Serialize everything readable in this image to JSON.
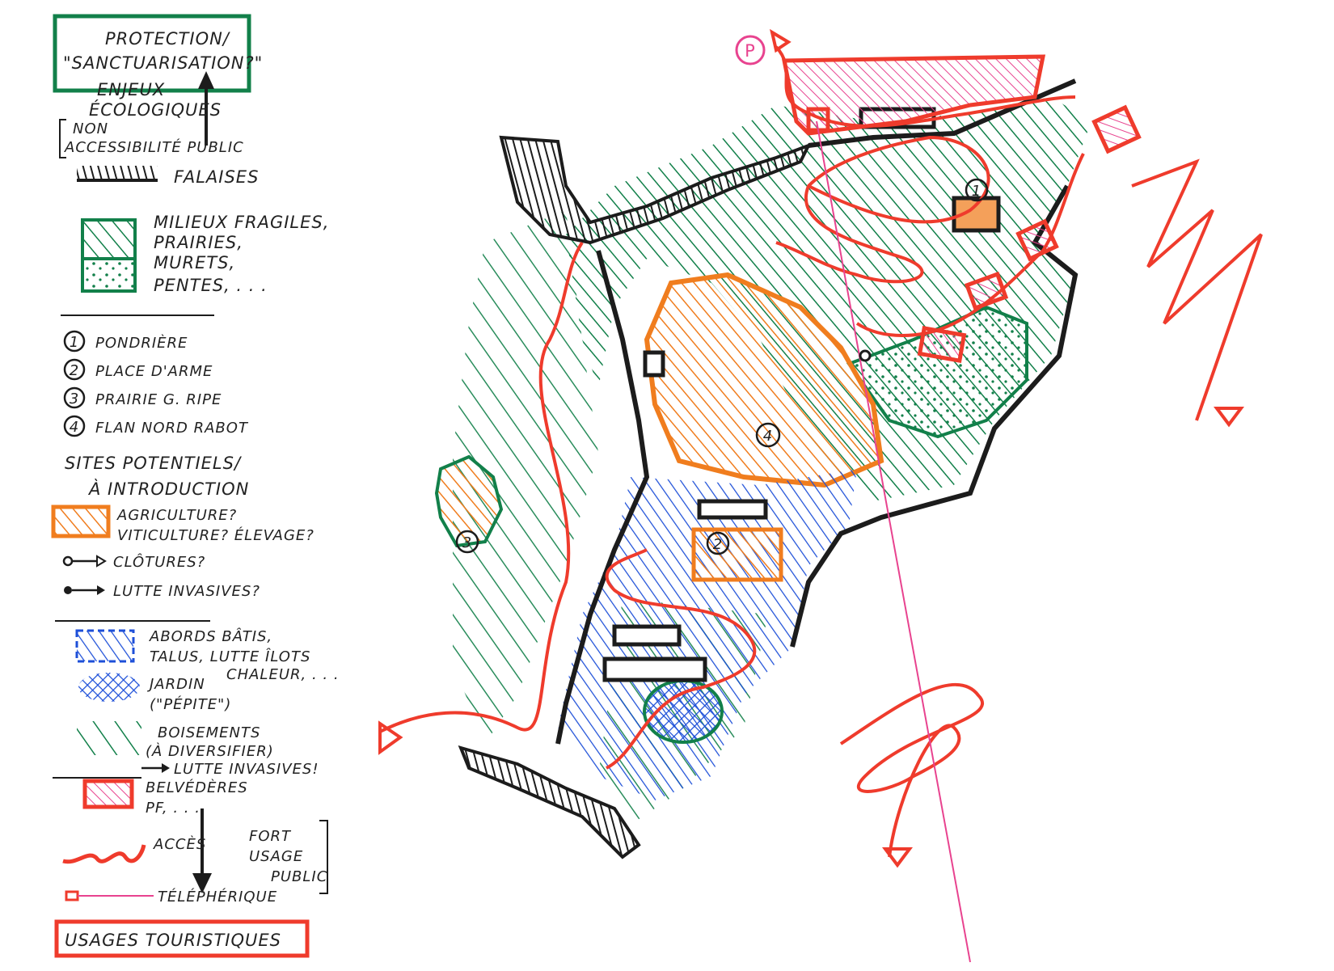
{
  "colors": {
    "green": "#12804a",
    "black": "#1c1c1c",
    "orange": "#f07d1e",
    "blue": "#1d4fd8",
    "red": "#ef3b2c",
    "pink": "#e8438f"
  },
  "legend": {
    "protection_title": "PROTECTION/",
    "protection_subtitle": "\"SANCTUARISATION?\"",
    "enjeux_line1": "ENJEUX",
    "enjeux_line2": "ÉCOLOGIQUES",
    "non_line1": "NON",
    "non_line2": "ACCESSIBILITÉ PUBLIC",
    "falaises": "FALAISES",
    "milieux_line1": "MILIEUX FRAGILES,",
    "milieux_line2": "PRAIRIES,",
    "milieux_line3": "MURETS,",
    "milieux_line4": "PENTES, . . .",
    "site1": "PONDRIÈRE",
    "site2": "PLACE D'ARME",
    "site3": "PRAIRIE G. RIPE",
    "site4": "FLAN NORD RABOT",
    "sites_title_line1": "SITES POTENTIELS/",
    "sites_title_line2": "À INTRODUCTION",
    "agriculture": "AGRICULTURE?",
    "viticulture": "VITICULTURE? ÉLEVAGE?",
    "clotures": "CLÔTURES?",
    "lutte_invasives": "LUTTE INVASIVES?",
    "abords_line1": "ABORDS BÂTIS,",
    "abords_line2": "TALUS, LUTTE ÎLOTS",
    "abords_line3": "CHALEUR, . . .",
    "jardin_line1": "JARDIN",
    "jardin_line2": "(\"PÉPITE\")",
    "boisements_line1": "BOISEMENTS",
    "boisements_line2": "(À DIVERSIFIER)",
    "boisements_line3": "LUTTE INVASIVES!",
    "belvederes_line1": "BELVÉDÈRES",
    "belvederes_line2": "PF, . . .",
    "acces": "ACCÈS",
    "fort_line1": "FORT",
    "fort_line2": "USAGE",
    "fort_line3": "PUBLIC",
    "telepherique": "TÉLÉPHÉRIQUE",
    "usages_touristiques": "USAGES TOURISTIQUES"
  },
  "map_labels": {
    "parking": "P",
    "site1": "1",
    "site2": "2",
    "site3": "3",
    "site4": "4"
  }
}
